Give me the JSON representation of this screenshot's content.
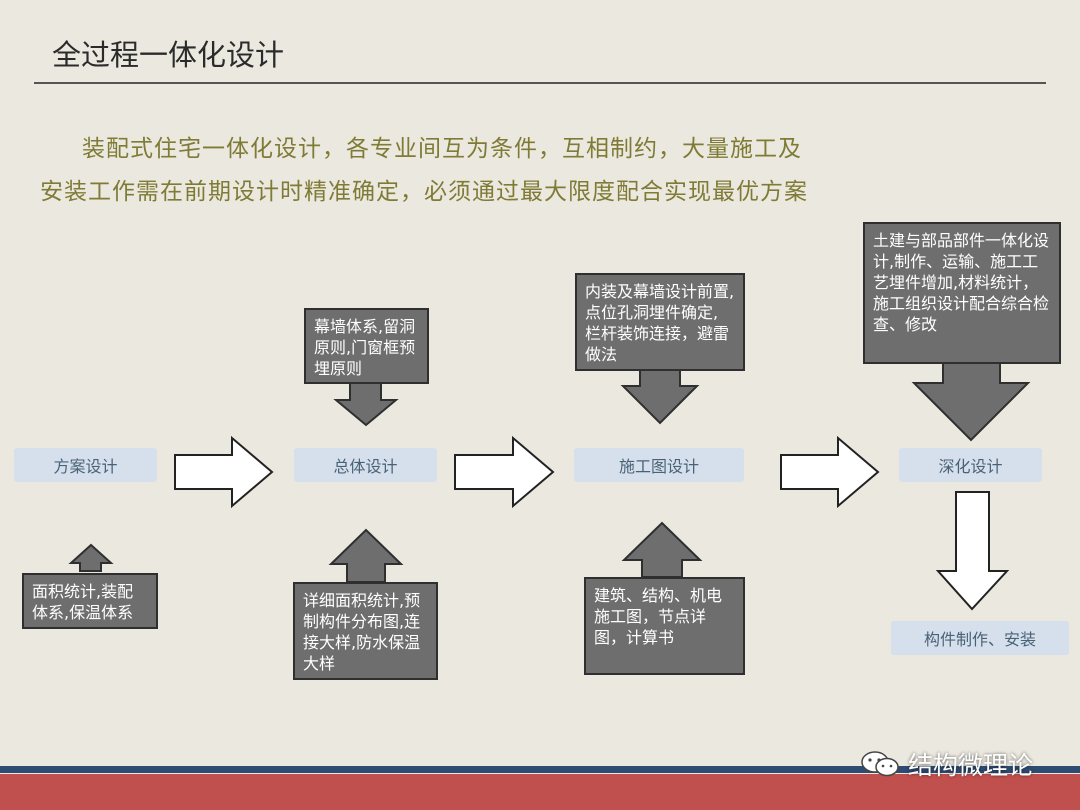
{
  "title": "全过程一体化设计",
  "intro": "装配式住宅一体化设计，各专业间互为条件，互相制约，大量施工及安装工作需在前期设计时精准确定，必须通过最大限度配合实现最优方案",
  "stages": {
    "scheme": "方案设计",
    "overall": "总体设计",
    "construction": "施工图设计",
    "deepening": "深化设计",
    "manufacture": "构件制作、安装"
  },
  "notes": {
    "scheme_bottom": "面积统计,装配体系,保温体系",
    "overall_top": "幕墙体系,留洞原则,门窗框预埋原则",
    "overall_bottom": "详细面积统计,预制构件分布图,连接大样,防水保温大样",
    "construction_top": "内装及幕墙设计前置,点位孔洞埋件确定, 栏杆装饰连接，避雷做法",
    "construction_bottom": "建筑、结构、机电施工图，节点详图，计算书",
    "deepening_top": "土建与部品部件一体化设计,制作、运输、施工工艺埋件增加,材料统计，施工组织设计配合综合检查、修改"
  },
  "watermark": "结构微理论",
  "colors": {
    "background": "#ebe8df",
    "stage_fill": "#d5e0ec",
    "note_fill": "#6e6e6e",
    "intro_text": "#7f7b36",
    "footer_red": "#c0504d",
    "footer_blue": "#2f4b73"
  }
}
